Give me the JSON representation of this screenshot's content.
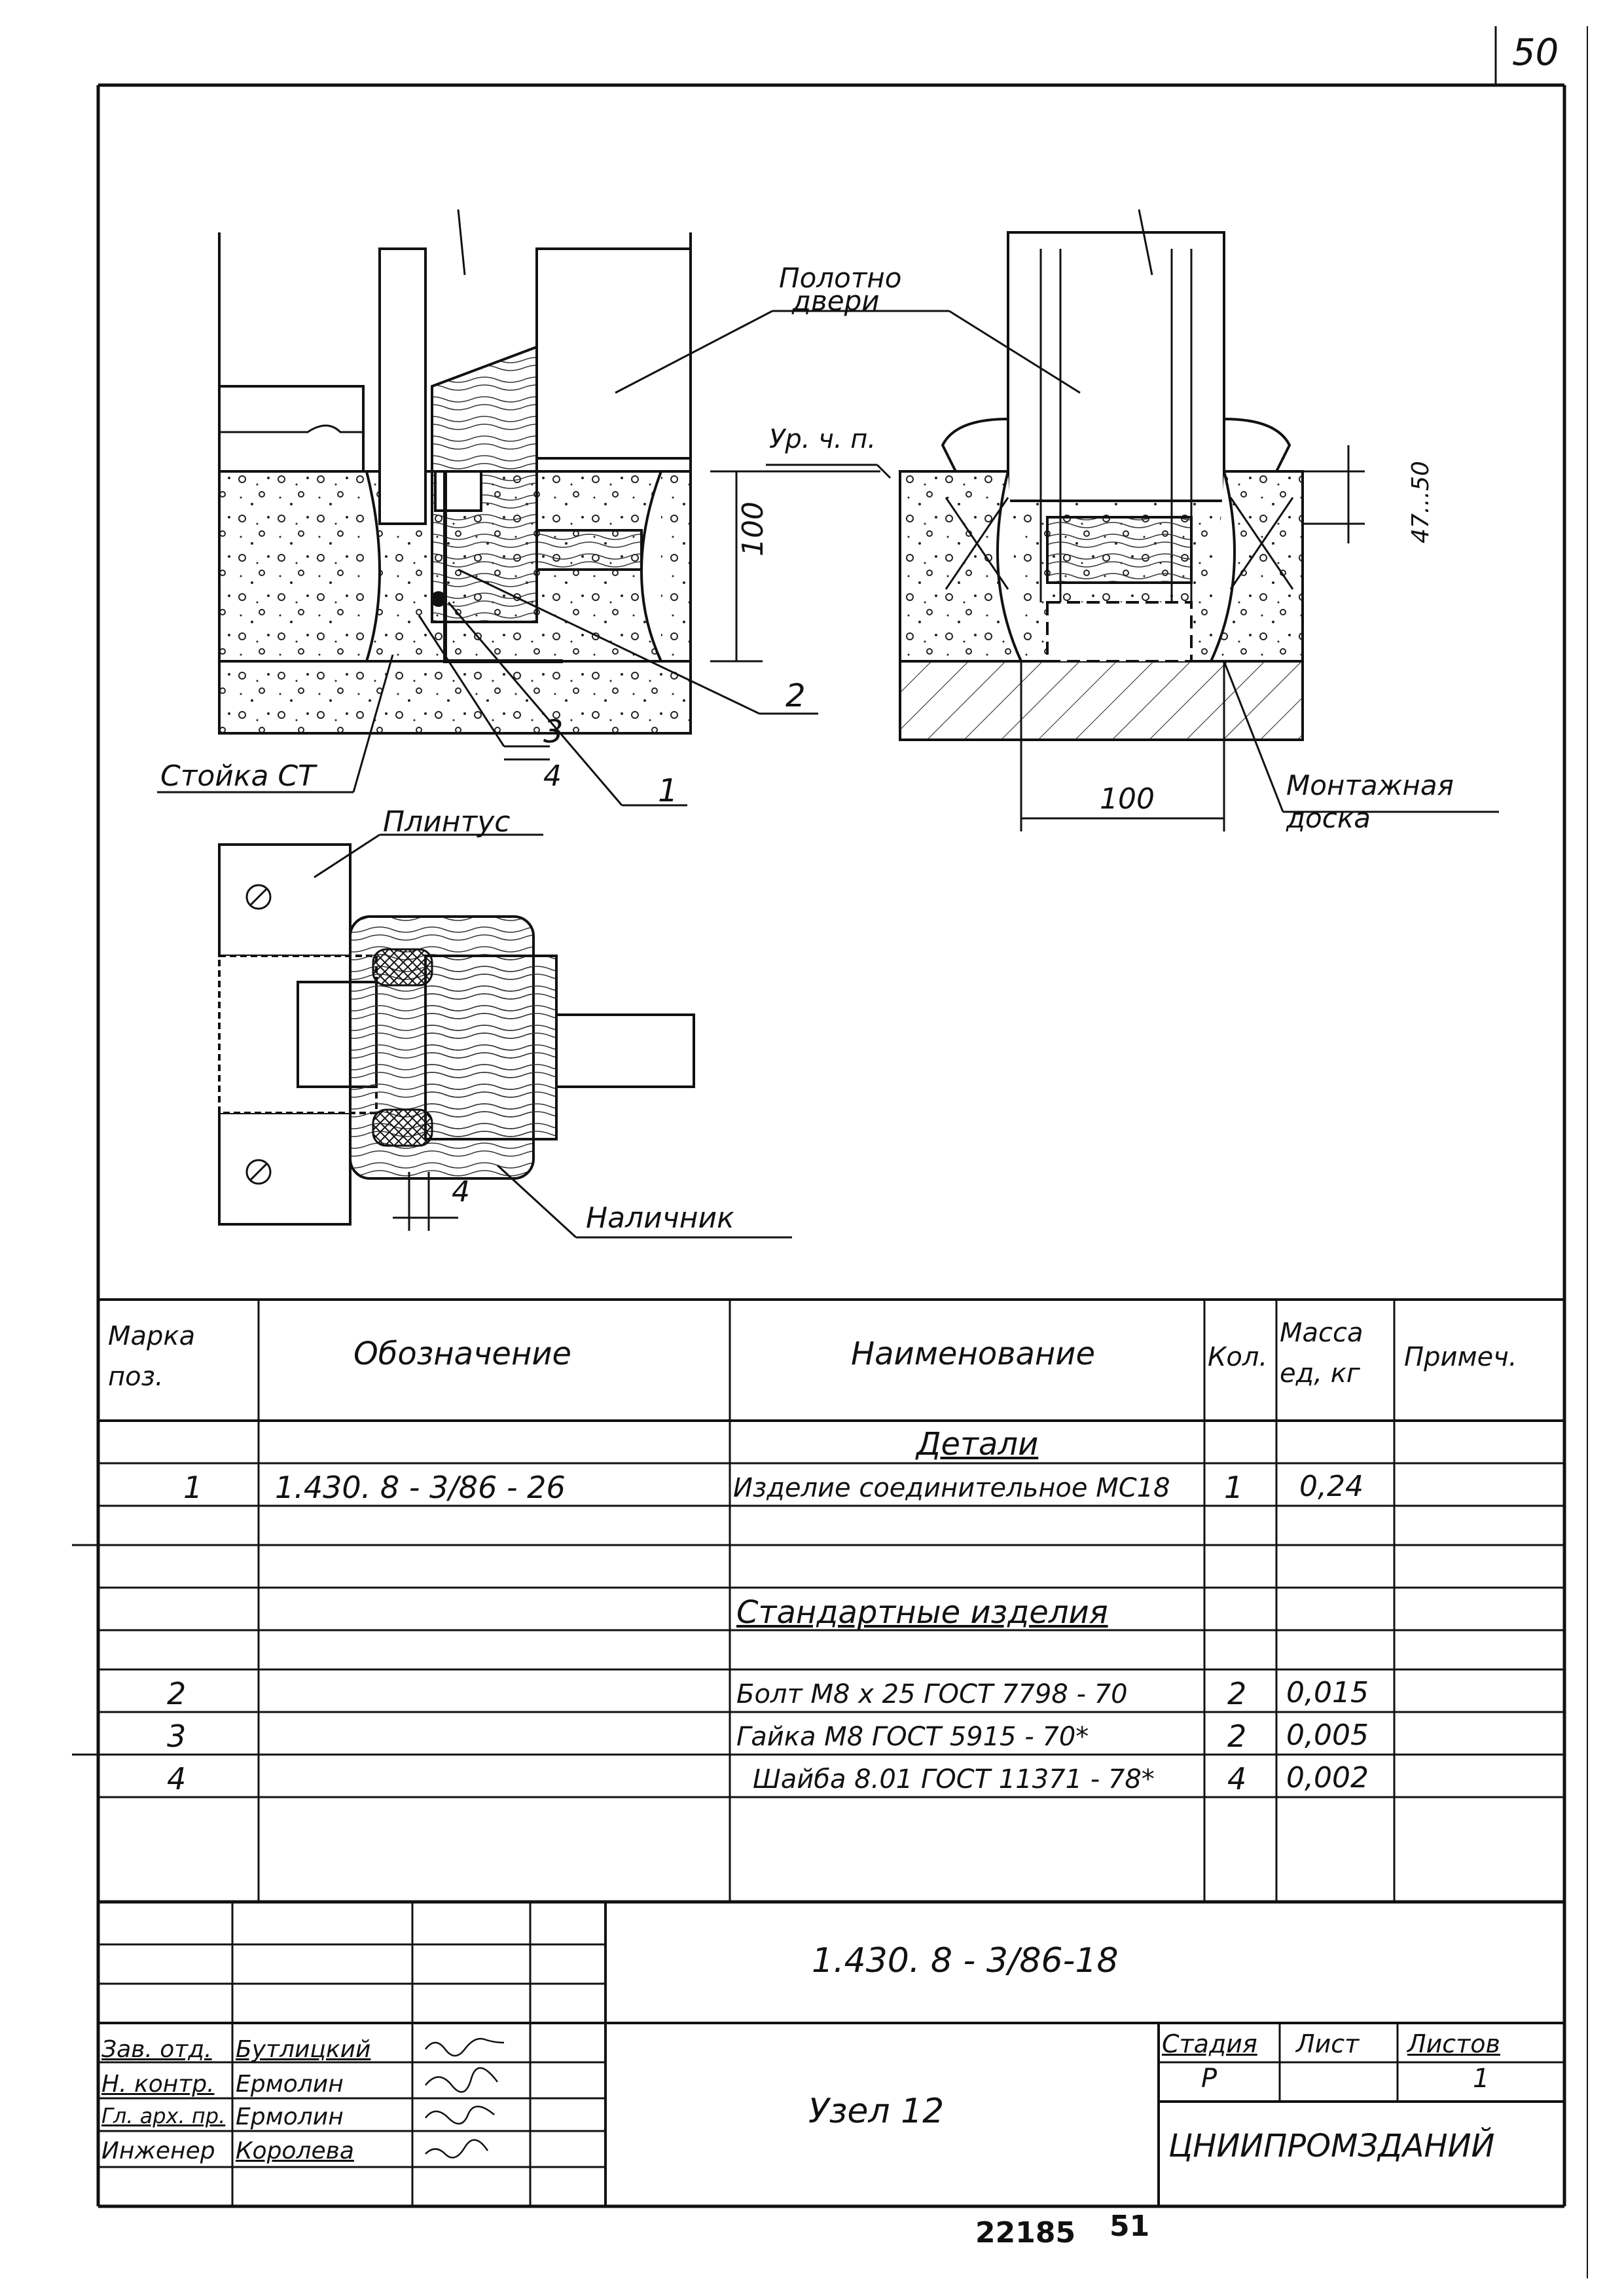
{
  "sheet": {
    "page_number": "50",
    "archive_number": "22185",
    "archive_sub": "51"
  },
  "drawing": {
    "labels": {
      "door_leaf_1": "Полотно",
      "door_leaf_2": "двери",
      "floor_level": "Ур. ч. п.",
      "dim_100_vertical": "100",
      "dim_47_50": "47...50",
      "dim_100_horizontal": "100",
      "post": "Стойка СТ",
      "plinth": "Плинтус",
      "mounting_board_1": "Монтажная",
      "mounting_board_2": "доска",
      "casing": "Наличник",
      "dim_4": "4",
      "callout_1": "1",
      "callout_2": "2",
      "callout_3": "3",
      "callout_4": "4"
    }
  },
  "spec_table": {
    "headers": {
      "mark": "Марка поз.",
      "designation": "Обозначение",
      "name": "Наименование",
      "qty": "Кол.",
      "mass": "Масса ед, кг",
      "note": "Примеч."
    },
    "section_details": "Детали",
    "section_standard": "Стандартные изделия",
    "rows": [
      {
        "mark": "1",
        "designation": "1.430. 8 - 3/86 - 26",
        "name": "Изделие соединительное МС18",
        "qty": "1",
        "mass": "0,24"
      },
      {
        "mark": "2",
        "designation": "",
        "name": "Болт М8 х 25 ГОСТ 7798 - 70",
        "qty": "2",
        "mass": "0,015"
      },
      {
        "mark": "3",
        "designation": "",
        "name": "Гайка М8 ГОСТ 5915 - 70*",
        "qty": "2",
        "mass": "0,005"
      },
      {
        "mark": "4",
        "designation": "",
        "name": "Шайба 8.01 ГОСТ 11371 - 78*",
        "qty": "4",
        "mass": "0,002"
      }
    ]
  },
  "title_block": {
    "code": "1.430. 8 - 3/86-18",
    "title": "Узел 12",
    "stage_label": "Стадия",
    "sheet_label": "Лист",
    "sheets_label": "Листов",
    "stage": "Р",
    "sheets": "1",
    "organization": "ЦНИИПРОМЗДАНИЙ",
    "staff": [
      {
        "role": "Зав. отд.",
        "name": "Бутлицкий"
      },
      {
        "role": "Н. контр.",
        "name": "Ермолин"
      },
      {
        "role": "Гл. арх. пр.",
        "name": "Ермолин"
      },
      {
        "role": "Инженер",
        "name": "Королева"
      }
    ]
  }
}
